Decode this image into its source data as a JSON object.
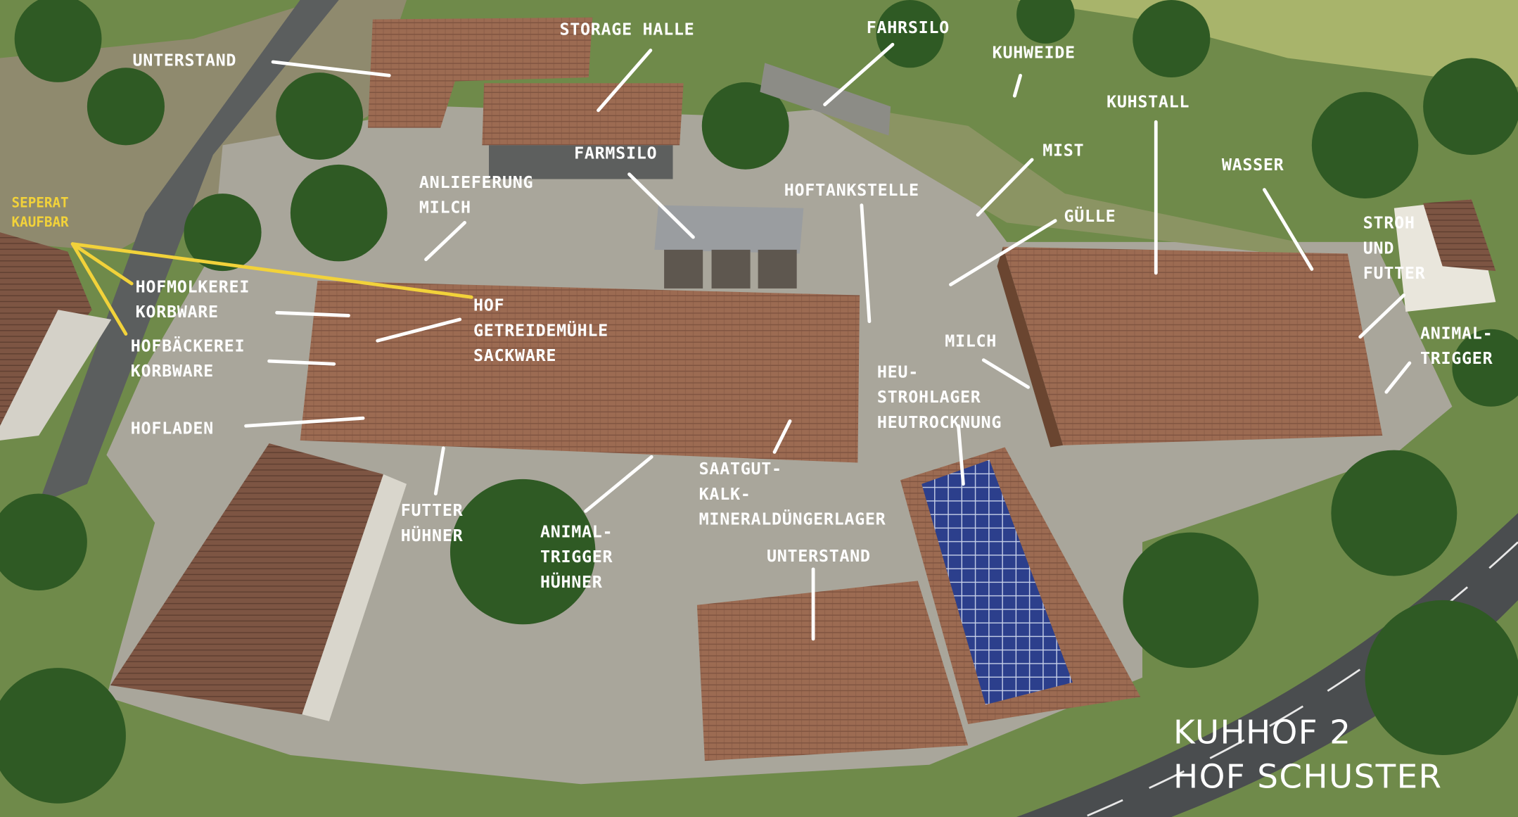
{
  "title": {
    "line1": "KUHHOF 2",
    "line2": "HOF SCHUSTER"
  },
  "separate_purchase": {
    "line1": "SEPERAT",
    "line2": "KAUFBAR"
  },
  "labels": {
    "unterstand_top": "UNTERSTAND",
    "storage_halle": "STORAGE HALLE",
    "fahrsilo": "FAHRSILO",
    "kuhweide": "KUHWEIDE",
    "kuhstall": "KUHSTALL",
    "mist": "MIST",
    "wasser": "WASSER",
    "farmsilo": "FARMSILO",
    "anlieferung_milch": [
      "ANLIEFERUNG",
      "MILCH"
    ],
    "hoftankstelle": "HOFTANKSTELLE",
    "guelle": "GÜLLE",
    "stroh_futter": [
      "STROH",
      "UND",
      "FUTTER"
    ],
    "hofmolkerei": [
      "HOFMOLKEREI",
      "KORBWARE"
    ],
    "hof_getreidemuehle": [
      "HOF",
      "GETREIDEMÜHLE",
      "SACKWARE"
    ],
    "hofbaeckerei": [
      "HOFBÄCKEREI",
      "KORBWARE"
    ],
    "milch": "MILCH",
    "animal_trigger_right": [
      "ANIMAL-",
      "TRIGGER"
    ],
    "heu_strohlager": [
      "HEU-",
      "STROHLAGER",
      "HEUTROCKNUNG"
    ],
    "hofladen": "HOFLADEN",
    "saatgut": [
      "SAATGUT-",
      "KALK-",
      "MINERALDÜNGERLAGER"
    ],
    "futter_huehner": [
      "FUTTER",
      "HÜHNER"
    ],
    "animal_trigger_huehner": [
      "ANIMAL-",
      "TRIGGER",
      "HÜHNER"
    ],
    "unterstand_bottom": "UNTERSTAND"
  },
  "colors": {
    "label": "#ffffff",
    "highlight": "#f2d23a",
    "roof": "#9a6a52",
    "grass": "#6f8a4a"
  }
}
